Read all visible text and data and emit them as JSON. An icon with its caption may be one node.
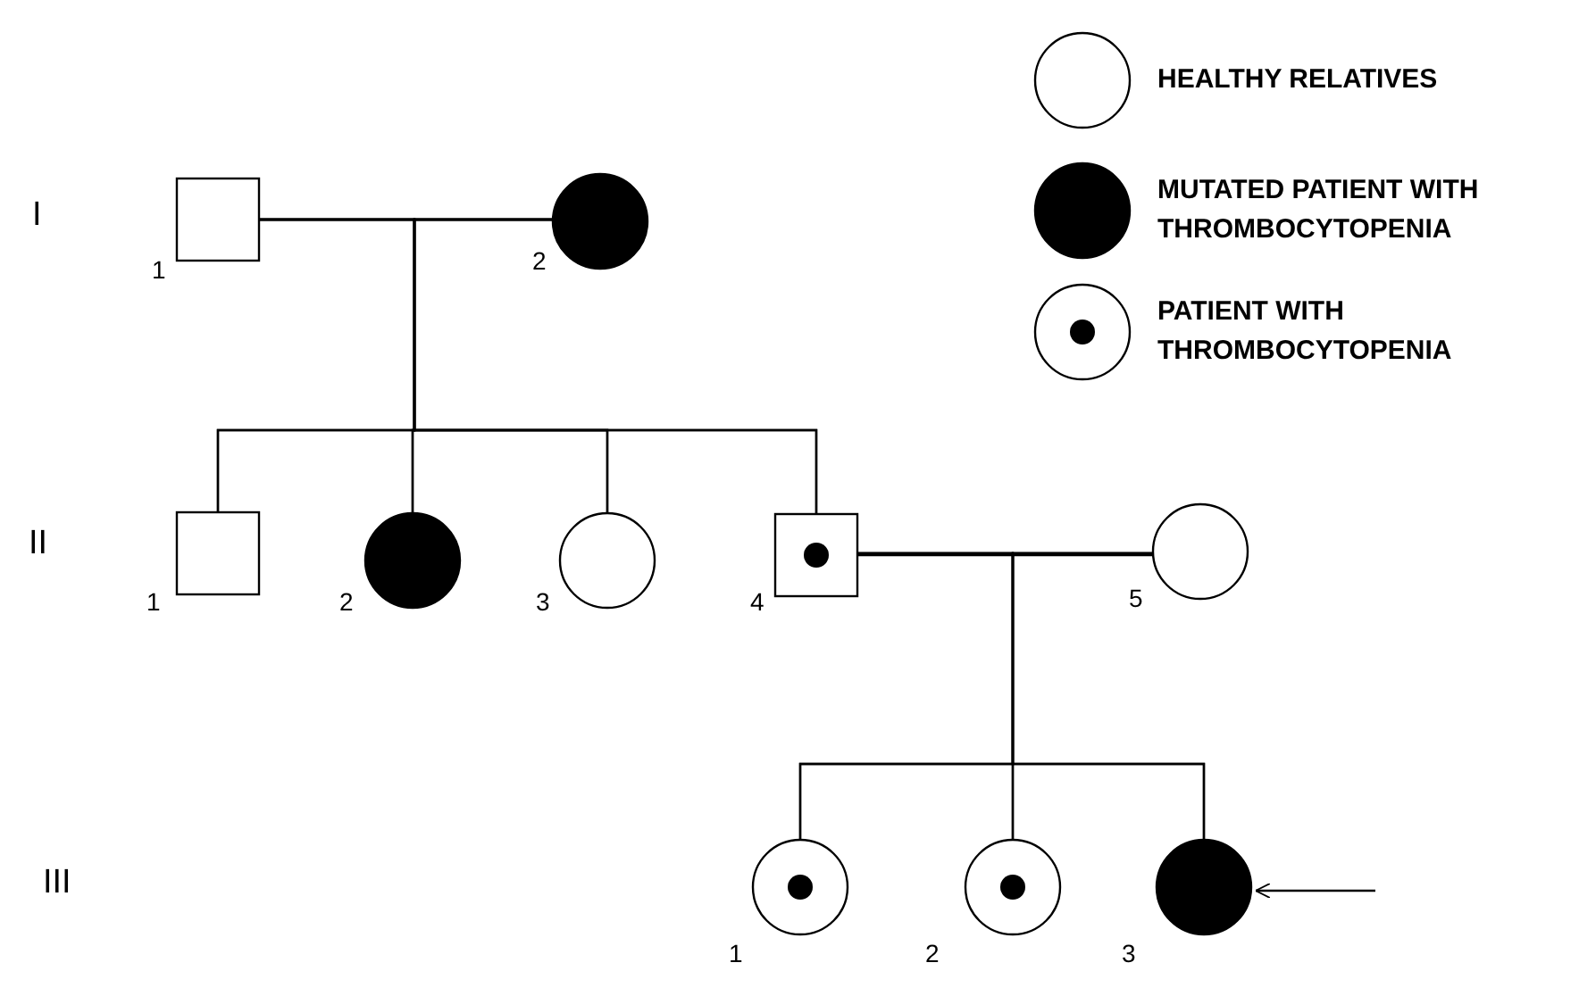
{
  "diagram": {
    "nodes": [
      {
        "text": [],
        "shape": "box",
        "beside": [
          "1"
        ]
      },
      {
        "text": [],
        "shape": "circle",
        "beside": [
          "2"
        ]
      },
      {
        "text": [],
        "shape": "box",
        "beside": [
          "1"
        ]
      },
      {
        "text": [],
        "shape": "circle",
        "beside": [
          "2"
        ]
      },
      {
        "text": [],
        "shape": "circle",
        "beside": [
          "3"
        ]
      },
      {
        "text": [],
        "shape": "box",
        "beside": [
          "4"
        ]
      },
      {
        "text": [],
        "shape": "circle",
        "beside": [
          "5"
        ]
      },
      {
        "text": [],
        "shape": "circle",
        "beside": [
          "1"
        ]
      },
      {
        "text": [],
        "shape": "circle",
        "beside": [
          "2"
        ]
      },
      {
        "text": [],
        "shape": "circle",
        "beside": [
          "3"
        ]
      }
    ],
    "edges": [
      {
        "from": 0,
        "to": 1,
        "arrow": "none"
      },
      {
        "from": 0,
        "to": 2,
        "arrow": "none"
      },
      {
        "from": 0,
        "to": 3,
        "arrow": "none"
      },
      {
        "from": 0,
        "to": 4,
        "arrow": "none"
      },
      {
        "from": 0,
        "to": 5,
        "arrow": "none"
      },
      {
        "from": 1,
        "to": 2,
        "arrow": "none"
      },
      {
        "from": 1,
        "to": 3,
        "arrow": "none"
      },
      {
        "from": 1,
        "to": 4,
        "arrow": "none"
      },
      {
        "from": 1,
        "to": 5,
        "arrow": "none"
      },
      {
        "from": 5,
        "to": 6,
        "arrow": "none"
      },
      {
        "from": 5,
        "to": 7,
        "arrow": "none"
      },
      {
        "from": 5,
        "to": 8,
        "arrow": "none"
      },
      {
        "from": 5,
        "to": 9,
        "arrow": "none"
      },
      {
        "from": 6,
        "to": 7,
        "arrow": "none"
      },
      {
        "from": 6,
        "to": 8,
        "arrow": "none"
      },
      {
        "from": 6,
        "to": 9,
        "arrow": "none"
      },
      {
        "from": null,
        "to": 9,
        "arrow": "to"
      }
    ],
    "labels": [
      "I",
      "II",
      "III"
    ],
    "legend": [
      {
        "text": "HEALTHY RELATIVES"
      },
      {
        "text": "MUTATED PATIENT WITH THROMBOCYTOPENIA"
      },
      {
        "text": "PATIENT WITH THROMBOCYTOPENIA"
      }
    ]
  }
}
